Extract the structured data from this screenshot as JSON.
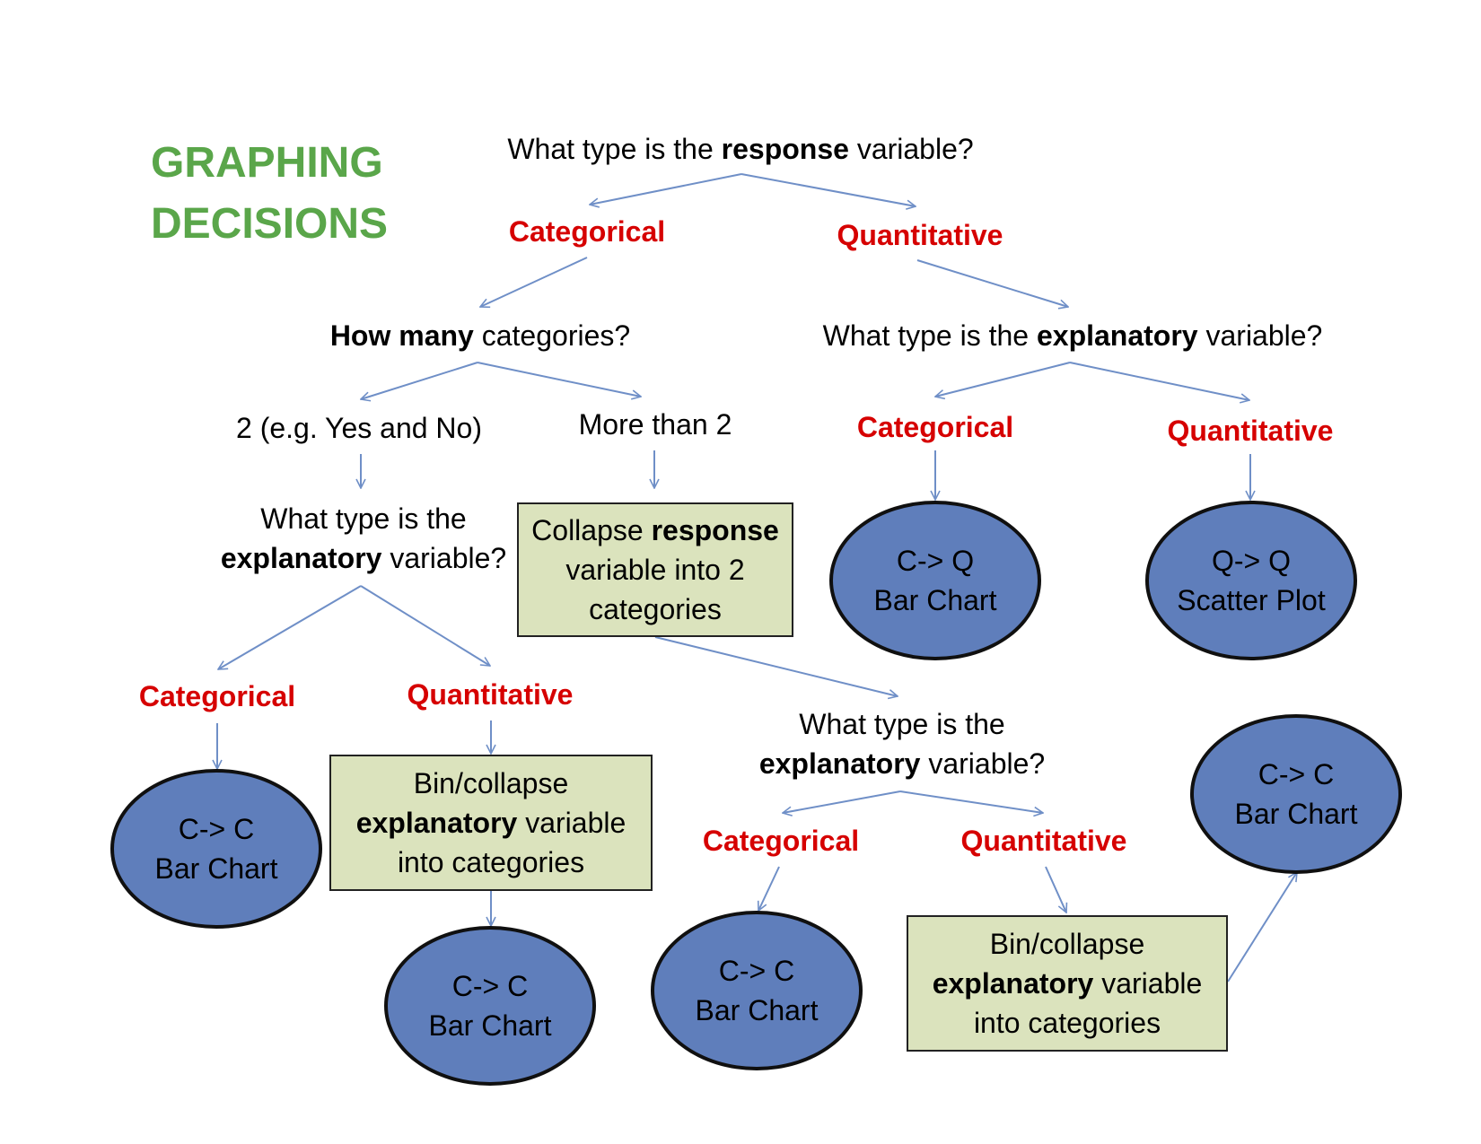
{
  "title": {
    "line1": "GRAPHING",
    "line2": "DECISIONS"
  },
  "nodes": {
    "q_response": {
      "pre": "What type is the ",
      "bold": "response",
      "post": " variable?"
    },
    "resp_categorical": "Categorical",
    "resp_quantitative": "Quantitative",
    "q_how_many": {
      "bold": "How many",
      "post": " categories?"
    },
    "q_explanatory_right": {
      "pre": "What type is the ",
      "bold": "explanatory",
      "post": " variable?"
    },
    "opt_two": "2 (e.g. Yes and No)",
    "opt_more": "More than 2",
    "right_categorical": "Categorical",
    "right_quantitative": "Quantitative",
    "q_explanatory_left": {
      "line1": "What type is the",
      "bold": "explanatory",
      "post": " variable?"
    },
    "collapse_box": {
      "pre": "Collapse ",
      "bold": "response",
      "line2": "variable into 2",
      "line3": "categories"
    },
    "oval_cq": {
      "line1": "C-> Q",
      "line2": "Bar Chart"
    },
    "oval_qq": {
      "line1": "Q-> Q",
      "line2": "Scatter Plot"
    },
    "left_categorical": "Categorical",
    "left_quantitative": "Quantitative",
    "oval_left_cc": {
      "line1": "C-> C",
      "line2": "Bar Chart"
    },
    "bin_box_left": {
      "line1": "Bin/collapse",
      "bold": "explanatory",
      "post": " variable",
      "line3": "into categories"
    },
    "oval_mid_cc": {
      "line1": "C-> C",
      "line2": "Bar Chart"
    },
    "q_explanatory_mid": {
      "line1": "What type is the",
      "bold": "explanatory",
      "post": " variable?"
    },
    "mid_categorical": "Categorical",
    "mid_quantitative": "Quantitative",
    "oval_mid2_cc": {
      "line1": "C-> C",
      "line2": "Bar Chart"
    },
    "bin_box_right": {
      "line1": "Bin/collapse",
      "bold": "explanatory",
      "post": " variable",
      "line3": "into categories"
    },
    "oval_right_cc": {
      "line1": "C-> C",
      "line2": "Bar Chart"
    }
  },
  "colors": {
    "title": "#5aa64a",
    "decision_label": "#d60000",
    "arrow": "#6f8fc7",
    "oval_fill": "#5f7ebb",
    "box_fill": "#dbe3bd"
  }
}
